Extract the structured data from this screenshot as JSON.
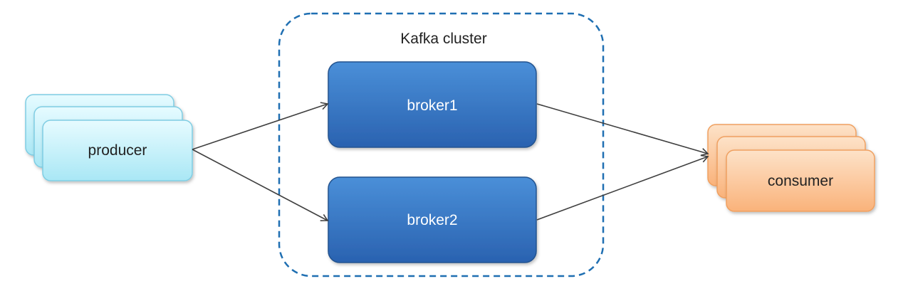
{
  "diagram": {
    "cluster": {
      "label": "Kafka cluster"
    },
    "producer": {
      "label": "producer"
    },
    "brokers": [
      {
        "label": "broker1"
      },
      {
        "label": "broker2"
      }
    ],
    "consumer": {
      "label": "consumer"
    },
    "colors": {
      "cluster_border": "#1f6fb2",
      "producer_fill_top": "#e6fbff",
      "producer_fill_bottom": "#a9e7f5",
      "producer_border": "#7fcde3",
      "broker_fill_top": "#4a8fd8",
      "broker_fill_bottom": "#2a62b0",
      "broker_border": "#24538f",
      "consumer_fill_top": "#fde2c8",
      "consumer_fill_bottom": "#fab27a",
      "consumer_border": "#f0a060",
      "connector": "#404040",
      "text_dark": "#222222",
      "text_light": "#ffffff"
    }
  }
}
